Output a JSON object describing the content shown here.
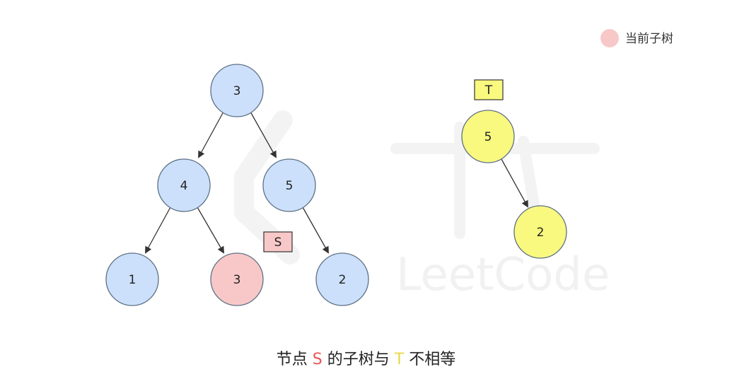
{
  "legend": {
    "label": "当前子树",
    "color": "#f8c8c8"
  },
  "tree_s": {
    "box_label": "S",
    "nodes": [
      {
        "id": "s-root",
        "label": "3",
        "highlight": false
      },
      {
        "id": "s-left",
        "label": "4",
        "highlight": false
      },
      {
        "id": "s-right",
        "label": "5",
        "highlight": false
      },
      {
        "id": "s-left-left",
        "label": "1",
        "highlight": false
      },
      {
        "id": "s-left-right",
        "label": "3",
        "highlight": true
      },
      {
        "id": "s-right-right",
        "label": "2",
        "highlight": false
      }
    ],
    "edges": [
      [
        "s-root",
        "s-left"
      ],
      [
        "s-root",
        "s-right"
      ],
      [
        "s-left",
        "s-left-left"
      ],
      [
        "s-left",
        "s-left-right"
      ],
      [
        "s-right",
        "s-right-right"
      ]
    ]
  },
  "tree_t": {
    "box_label": "T",
    "nodes": [
      {
        "id": "t-root",
        "label": "5"
      },
      {
        "id": "t-right",
        "label": "2"
      }
    ],
    "edges": [
      [
        "t-root",
        "t-right"
      ]
    ]
  },
  "caption": {
    "part1": "节点 ",
    "s": "S",
    "part2": " 的子树与 ",
    "t": "T",
    "part3": " 不相等"
  },
  "watermark": {
    "text": "LeetCode"
  },
  "colors": {
    "node_fill": "#cce0fb",
    "node_stroke": "#5d7184",
    "highlight_fill": "#f8c8c8",
    "t_fill": "#f9f87f",
    "s_box_fill": "#f8c8c8",
    "t_box_fill": "#f9f87f",
    "edge": "#333333",
    "caption_s": "#ee5555",
    "caption_t": "#e8d84a"
  }
}
